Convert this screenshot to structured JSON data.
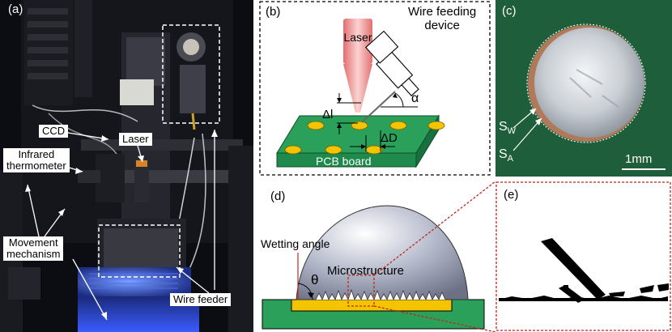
{
  "panel_a": {
    "tag": "(a)",
    "labels": {
      "ccd": "CCD",
      "laser": "Laser",
      "infrared_line1": "Infrared",
      "infrared_line2": "thermometer",
      "movement_line1": "Movement",
      "movement_line2": "mechanism",
      "wire_feeder": "Wire feeder"
    }
  },
  "panel_b": {
    "tag": "(b)",
    "laser": "Laser",
    "wire_line1": "Wire feeding",
    "wire_line2": "device",
    "alpha": "α",
    "delta_l": "Δl",
    "delta_d": "ΔD",
    "pcb": "PCB board"
  },
  "panel_c": {
    "tag": "(c)",
    "sw_main": "S",
    "sw_sub": "W",
    "sa_main": "S",
    "sa_sub": "A",
    "scale": "1mm"
  },
  "panel_d": {
    "tag": "(d)",
    "wetting": "Wetting angle",
    "theta": "θ",
    "micro": "Microstructure"
  },
  "panel_e": {
    "tag": "(e)"
  },
  "colors": {
    "pcb_green": "#1f9a55",
    "pad_yellow": "#f5c400",
    "laser_pink": "#f29a9a",
    "highlight_red": "#c0281e",
    "board_green_c": "#1f5e3a"
  }
}
